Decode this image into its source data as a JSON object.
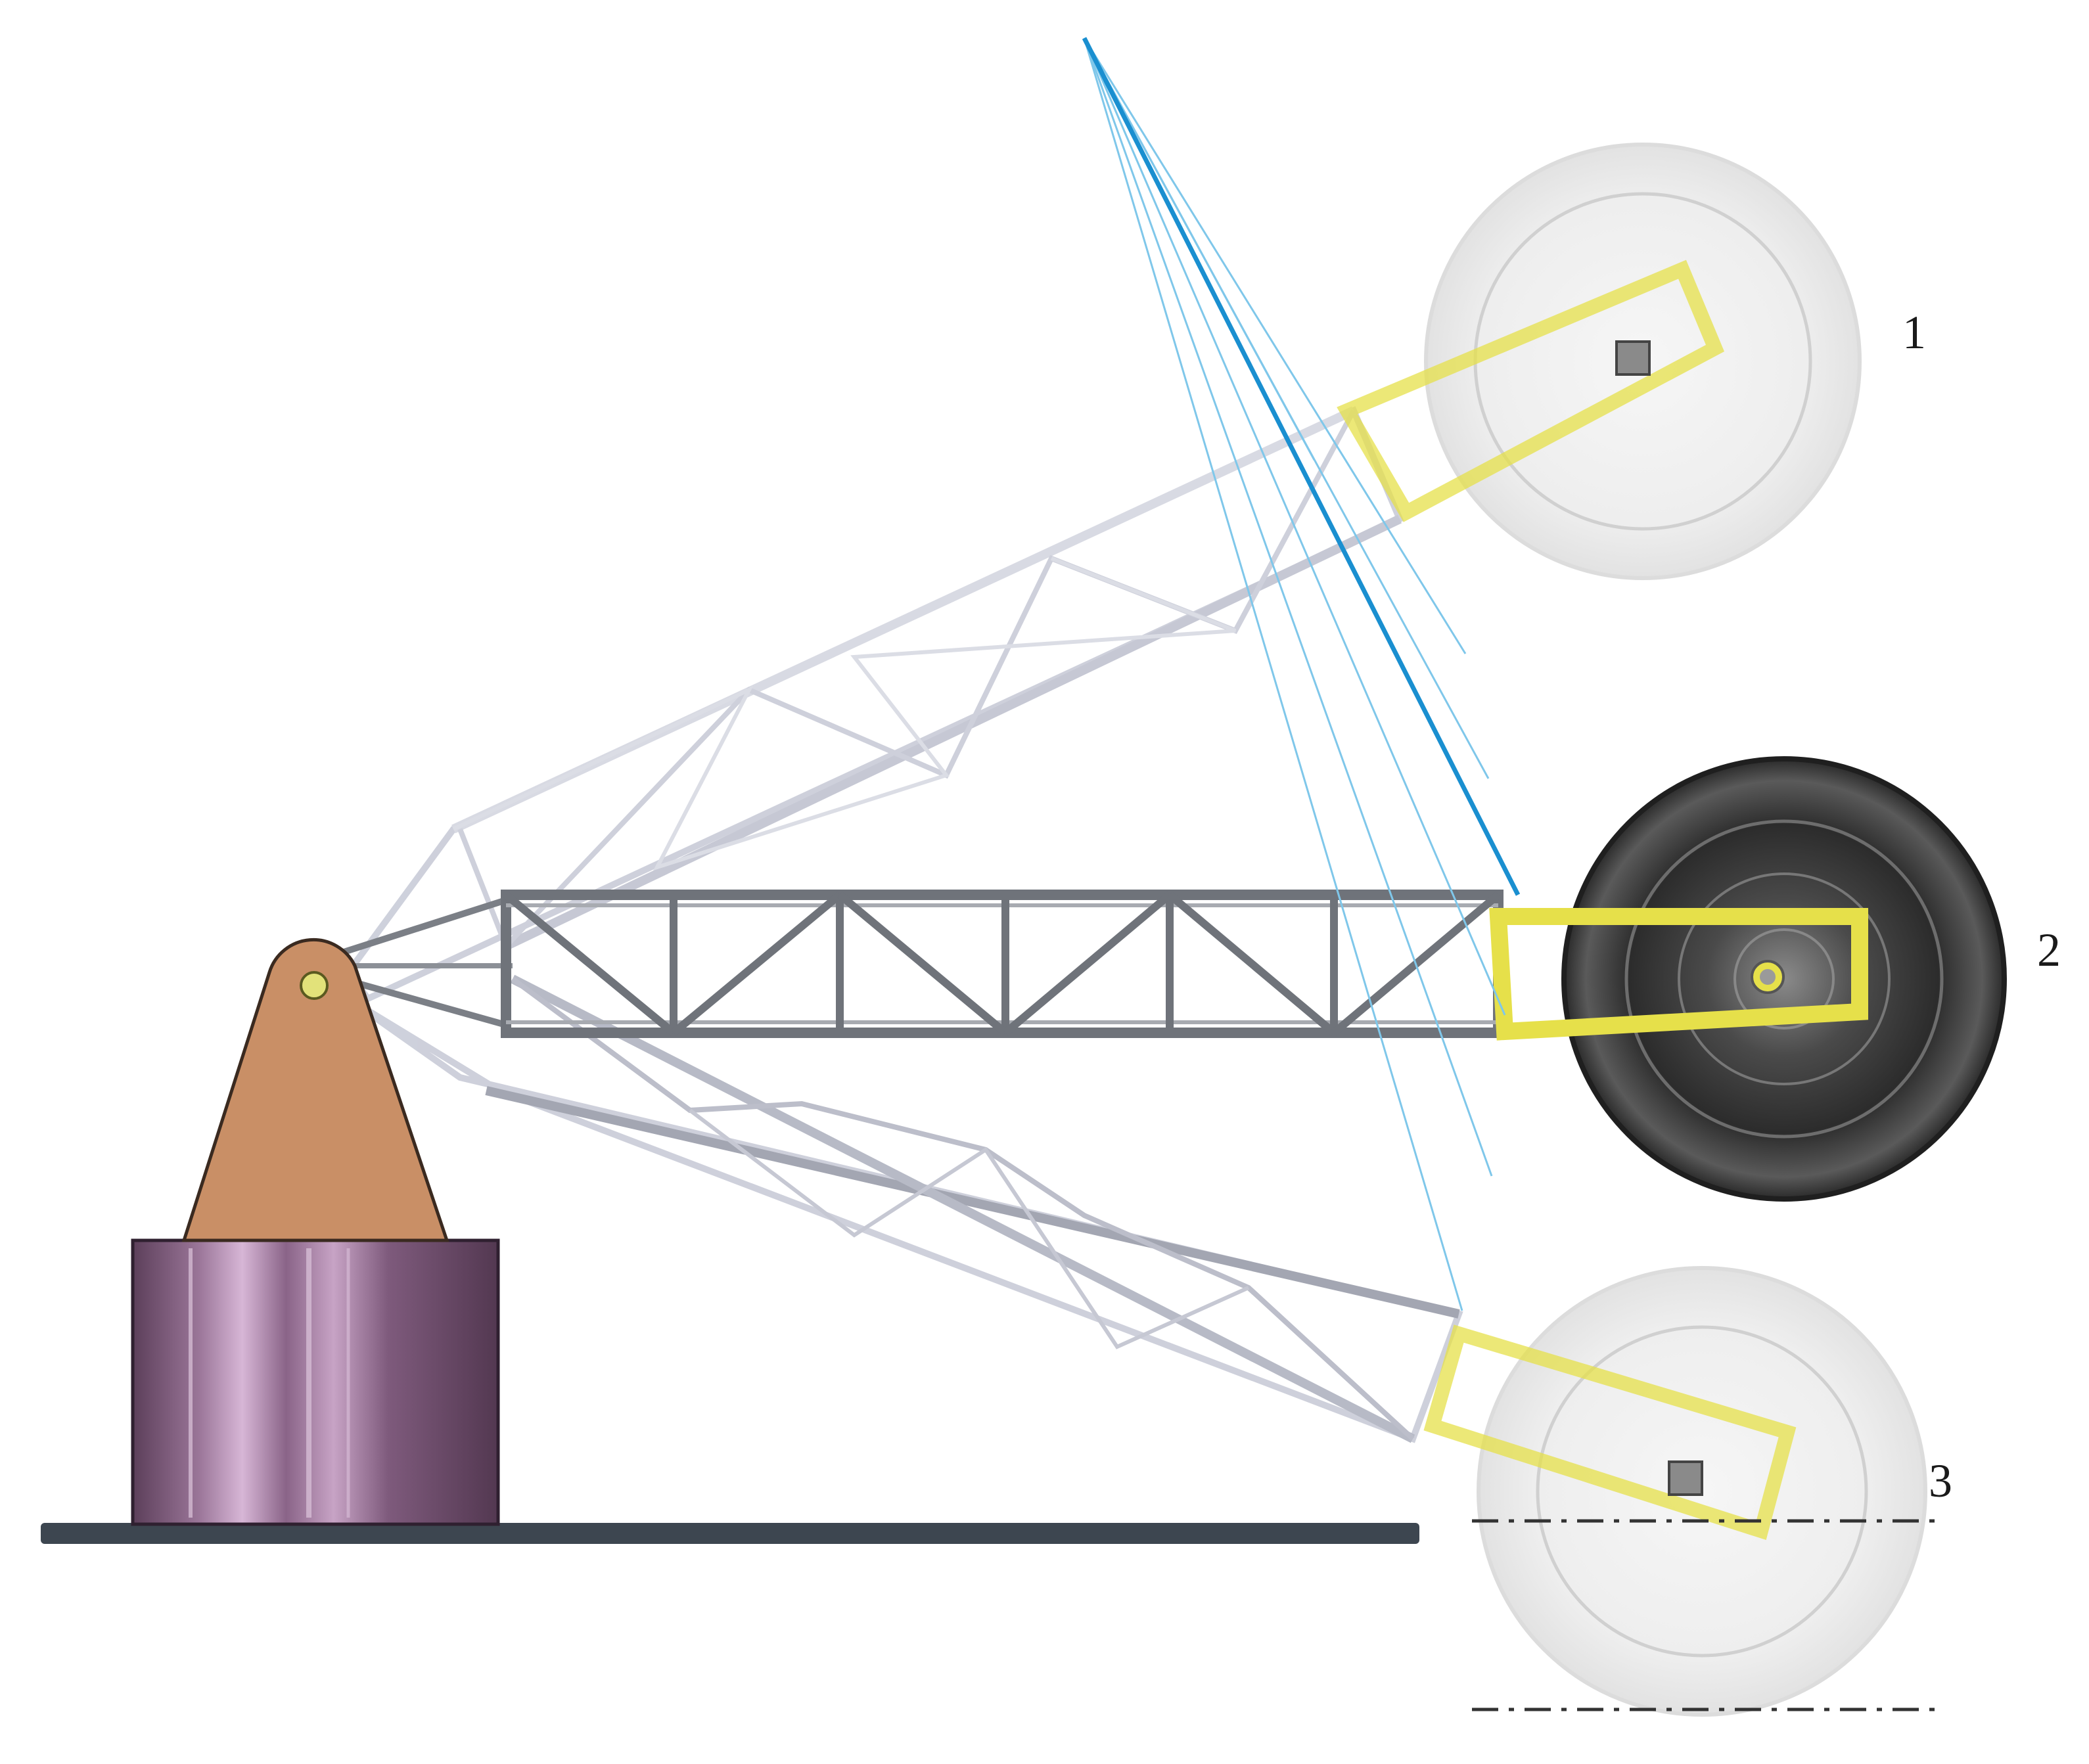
{
  "labels": {
    "position_1": "1",
    "position_2": "2",
    "position_3": "3"
  },
  "colors": {
    "background": "#ffffff",
    "pedestal": "#8e6a8c",
    "pedestal_dark": "#5c3f5a",
    "bracket": "#c98f66",
    "ground_plate": "#3d4650",
    "truss_active": "#7b7f86",
    "truss_ghost": "#c9ccd8",
    "yoke": "#e6e04a",
    "wheel_active": "#3a3a3a",
    "wheel_ghost": "#ececec",
    "light_ray": "#7fc7ea",
    "light_ray_main": "#1a8fd0",
    "centerline": "#333333"
  }
}
